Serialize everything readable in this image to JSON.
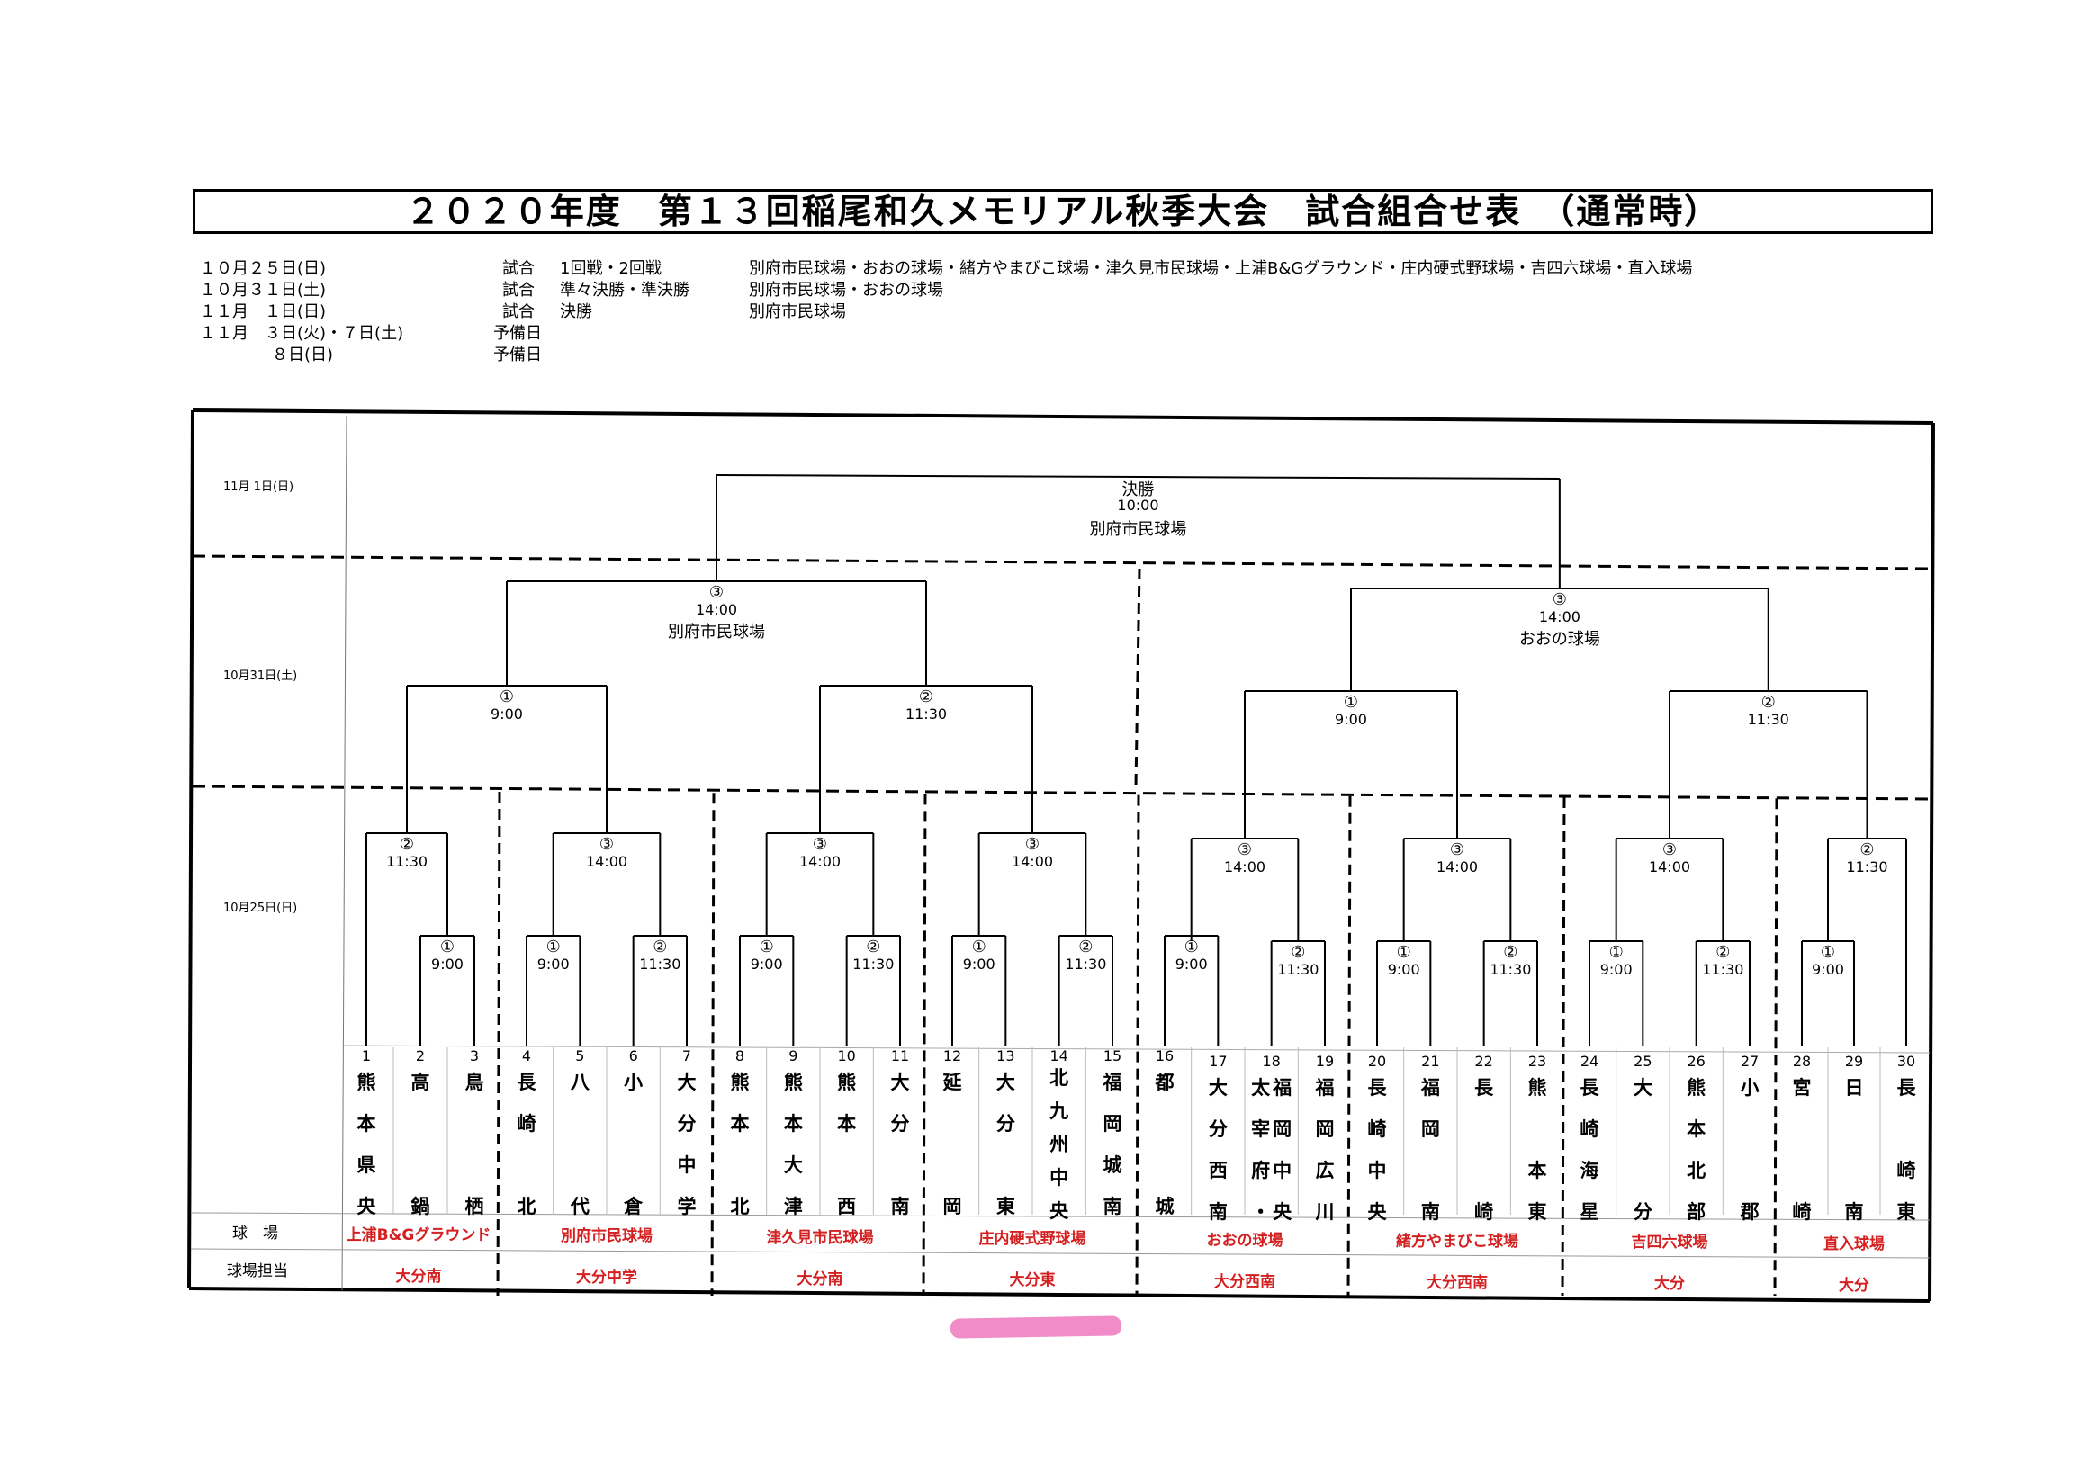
{
  "title": "２０２０年度　第１３回稲尾和久メモリアル秋季大会　試合組合せ表　（通常時）",
  "schedule": [
    {
      "date": "１０月２５日(日)",
      "kind": "試合",
      "round": "1回戦・2回戦",
      "venues": "別府市民球場・おおの球場・緒方やまびこ球場・津久見市民球場・上浦B&Gグラウンド・庄内硬式野球場・吉四六球場・直入球場"
    },
    {
      "date": "１０月３１日(土)",
      "kind": "試合",
      "round": "準々決勝・準決勝",
      "venues": "別府市民球場・おおの球場"
    },
    {
      "date": "１１月　１日(日)",
      "kind": "試合",
      "round": "決勝",
      "venues": "別府市民球場"
    },
    {
      "date": "１１月　３日(火)・７日(土)",
      "kind": "予備日",
      "round": "",
      "venues": ""
    },
    {
      "date": "８日(日)",
      "kind": "予備日",
      "round": "",
      "venues": ""
    }
  ],
  "day_labels": {
    "nov1": "11月 1日(日)",
    "oct31": "10月31日(土)",
    "oct25": "10月25日(日)"
  },
  "final": {
    "label": "決勝",
    "time": "10:00",
    "venue": "別府市民球場"
  },
  "semis": [
    {
      "num": "③",
      "time": "14:00",
      "venue": "別府市民球場"
    },
    {
      "num": "③",
      "time": "14:00",
      "venue": "おおの球場"
    }
  ],
  "quarters": [
    {
      "num": "①",
      "time": "9:00"
    },
    {
      "num": "②",
      "time": "11:30"
    },
    {
      "num": "①",
      "time": "9:00"
    },
    {
      "num": "②",
      "time": "11:30"
    }
  ],
  "round2": [
    {
      "num": "②",
      "time": "11:30"
    },
    {
      "num": "③",
      "time": "14:00"
    },
    {
      "num": "③",
      "time": "14:00"
    },
    {
      "num": "③",
      "time": "14:00"
    },
    {
      "num": "③",
      "time": "14:00"
    },
    {
      "num": "③",
      "time": "14:00"
    },
    {
      "num": "③",
      "time": "14:00"
    },
    {
      "num": "②",
      "time": "11:30"
    }
  ],
  "round1": [
    {
      "num": "①",
      "time": "9:00"
    },
    {
      "num": "①",
      "time": "9:00"
    },
    {
      "num": "②",
      "time": "11:30"
    },
    {
      "num": "①",
      "time": "9:00"
    },
    {
      "num": "②",
      "time": "11:30"
    },
    {
      "num": "①",
      "time": "9:00"
    },
    {
      "num": "②",
      "time": "11:30"
    },
    {
      "num": "①",
      "time": "9:00"
    },
    {
      "num": "②",
      "time": "11:30"
    },
    {
      "num": "①",
      "time": "9:00"
    },
    {
      "num": "②",
      "time": "11:30"
    },
    {
      "num": "①",
      "time": "9:00"
    },
    {
      "num": "②",
      "time": "11:30"
    },
    {
      "num": "①",
      "time": "9:00"
    }
  ],
  "teams": [
    {
      "no": "1",
      "name": [
        "熊",
        "本",
        "県",
        "央"
      ]
    },
    {
      "no": "2",
      "name": [
        "高",
        "",
        "",
        "鍋"
      ]
    },
    {
      "no": "3",
      "name": [
        "鳥",
        "",
        "",
        "栖"
      ]
    },
    {
      "no": "4",
      "name": [
        "長",
        "崎",
        "",
        "北"
      ]
    },
    {
      "no": "5",
      "name": [
        "八",
        "",
        "",
        "代"
      ]
    },
    {
      "no": "6",
      "name": [
        "小",
        "",
        "",
        "倉"
      ]
    },
    {
      "no": "7",
      "name": [
        "大",
        "分",
        "中",
        "学"
      ]
    },
    {
      "no": "8",
      "name": [
        "熊",
        "本",
        "",
        "北"
      ]
    },
    {
      "no": "9",
      "name": [
        "熊",
        "本",
        "大",
        "津"
      ]
    },
    {
      "no": "10",
      "name": [
        "熊",
        "本",
        "",
        "西"
      ]
    },
    {
      "no": "11",
      "name": [
        "大",
        "分",
        "",
        "南"
      ]
    },
    {
      "no": "12",
      "name": [
        "延",
        "",
        "",
        "岡"
      ]
    },
    {
      "no": "13",
      "name": [
        "大",
        "分",
        "",
        "東"
      ]
    },
    {
      "no": "14",
      "name": [
        "北",
        "九",
        "州",
        "中",
        "央"
      ]
    },
    {
      "no": "15",
      "name": [
        "福",
        "岡",
        "城",
        "南"
      ]
    },
    {
      "no": "16",
      "name": [
        "都",
        "",
        "",
        "城"
      ]
    },
    {
      "no": "17",
      "name": [
        "大",
        "分",
        "西",
        "南"
      ]
    },
    {
      "no": "18",
      "name": [
        "太",
        "宰",
        "府",
        "・"
      ]
    },
    {
      "no": "19",
      "name": [
        "福",
        "岡",
        "広",
        "川"
      ]
    },
    {
      "no": "20",
      "name": [
        "長",
        "崎",
        "中",
        "央"
      ]
    },
    {
      "no": "21",
      "name": [
        "福",
        "岡",
        "",
        "南"
      ]
    },
    {
      "no": "22",
      "name": [
        "長",
        "",
        "",
        "崎"
      ]
    },
    {
      "no": "23",
      "name": [
        "熊",
        "",
        "本",
        "東"
      ]
    },
    {
      "no": "24",
      "name": [
        "長",
        "崎",
        "海",
        "星"
      ]
    },
    {
      "no": "25",
      "name": [
        "大",
        "",
        "",
        "分"
      ]
    },
    {
      "no": "26",
      "name": [
        "熊",
        "本",
        "北",
        "部"
      ]
    },
    {
      "no": "27",
      "name": [
        "小",
        "",
        "",
        "郡"
      ]
    },
    {
      "no": "28",
      "name": [
        "宮",
        "",
        "",
        "崎"
      ]
    },
    {
      "no": "29",
      "name": [
        "日",
        "",
        "",
        "南"
      ]
    },
    {
      "no": "30",
      "name": [
        "長",
        "",
        "崎",
        "東"
      ]
    }
  ],
  "team18_extra": [
    "福",
    "岡",
    "中",
    "央"
  ],
  "row_labels": {
    "venue": "球　場",
    "manager": "球場担当"
  },
  "venues": [
    "上浦B&Gグラウンド",
    "別府市民球場",
    "津久見市民球場",
    "庄内硬式野球場",
    "おおの球場",
    "緒方やまびこ球場",
    "吉四六球場",
    "直入球場"
  ],
  "managers": [
    "大分南",
    "大分中学",
    "大分南",
    "大分東",
    "大分西南",
    "大分西南",
    "大分",
    "大分"
  ],
  "colors": {
    "venue_text": "#d42020",
    "highlight": "#f078c0"
  }
}
